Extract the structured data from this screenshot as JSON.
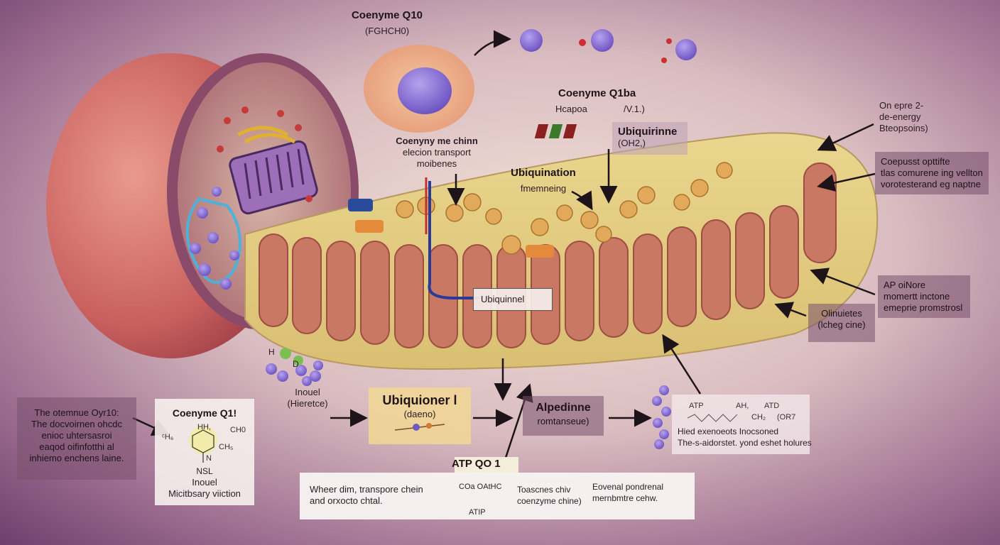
{
  "colors": {
    "background": "#b58aa8",
    "mitochondrion_outer": "#e8d28a",
    "cristae": "#c0705e",
    "sphere": "#d06a6a",
    "molecule_purple": "#8a6ccf"
  },
  "top": {
    "title": "Coenyme Q10",
    "formula": "(FGHCH0)"
  },
  "center_top": {
    "title": "Coenyme Q1ba",
    "sub_left": "Hcapoa",
    "sub_right": "/V.1.)"
  },
  "ubiquirinne": {
    "title": "Ubiquirinne",
    "formula": "(OH2,)"
  },
  "chain_label": {
    "line1": "Coenyny me chinn",
    "line2": "elecion transport",
    "line3": "moibenes"
  },
  "ubiquination": {
    "title": "Ubiquination",
    "sub": "fmemneing"
  },
  "ubiquinnel_tag": "Ubiquinnel",
  "right_labels": {
    "a": {
      "line1": "On epre 2-",
      "line2": "de-energy",
      "line3": "Bteopsoins)"
    },
    "b": {
      "line1": "Coepusst opttifte",
      "line2": "tlas comurene ing vellton",
      "line3": "vorotesterand eg naptne"
    },
    "c": {
      "line1": "AP oiNore",
      "line2": "momertt inctone",
      "line3": "emeprie promstrosl"
    },
    "d": {
      "line1": "Olinuietes",
      "line2": "(lcheg cine)"
    }
  },
  "left_box": {
    "line1": "The otemnue Oyr10:",
    "line2": "The docvoirnen ohcdc",
    "line3": "enioc uhtersasroi",
    "line4": "eaqod oifinfotthi al",
    "line5": "inhiemo enchens laine."
  },
  "coenzyme_box": {
    "title": "Coenyme Q1!",
    "sym_hh": "HH,",
    "sym_ch0": "CH0",
    "sym_hleft": "ᶜH₆",
    "sym_ch5": "CH₅",
    "sym_n": "N",
    "label1": "NSL",
    "label2": "Inouel",
    "label3": "Micitbsary viiction"
  },
  "inouel": {
    "sym_h": "H",
    "sym_d": "D",
    "line1": "Inouel",
    "line2": "(Hieretce)"
  },
  "ubiquioner": {
    "title": "Ubiquioner l",
    "sub": "(daeno)"
  },
  "alpedinne": {
    "title": "Alpedinne",
    "sub": "romtanseue)"
  },
  "atp_box": {
    "sym1": "ATP",
    "sym2": "AH,",
    "sym3": "ATD",
    "sym4": "CH₂",
    "sym5": "(OR7",
    "line1": "Hied exenoeots Inocsoned",
    "line2": "The-s-aidorstet. yond eshet holures"
  },
  "bottom": {
    "title": "ATP QO 1",
    "left_line1": "Wheer dim, transpore chein",
    "left_line2": "and orxocto chtal.",
    "mid_line1": "COa OAtHC",
    "mid_line2": "ATIP",
    "right1_line1": "Toascnes chiv",
    "right1_line2": "coenzyme chine)",
    "right2_line1": "Eovenal pondrenal",
    "right2_line2": "mernbmtre cehw."
  }
}
